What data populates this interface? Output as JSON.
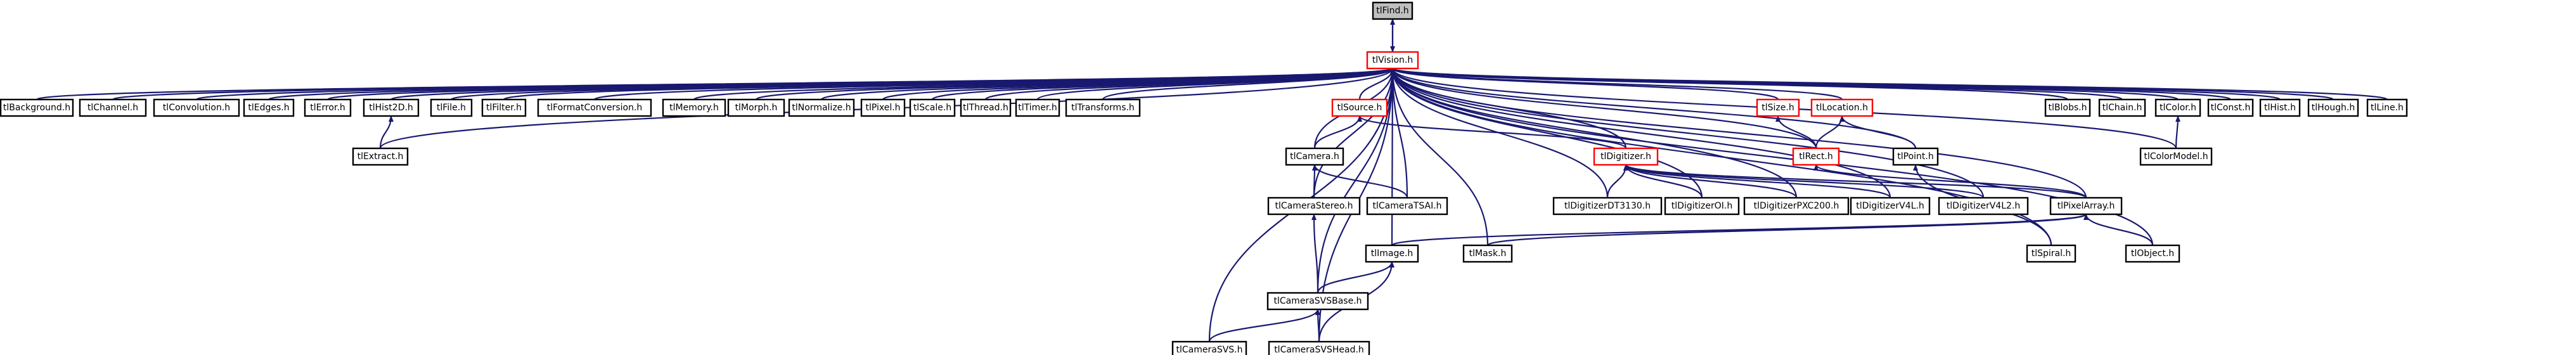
{
  "colors": {
    "edge": "#191970",
    "border_normal": "#000000",
    "border_incomplete": "#ff0000",
    "root_fill": "#bfbfbf",
    "node_fill": "#ffffff"
  },
  "nodes": [
    {
      "id": "tlFind",
      "label": "tlFind.h",
      "root": true
    },
    {
      "id": "tlVision",
      "label": "tlVision.h",
      "incomplete": true
    },
    {
      "id": "tlBackground",
      "label": "tlBackground.h"
    },
    {
      "id": "tlChannel",
      "label": "tlChannel.h"
    },
    {
      "id": "tlConvolution",
      "label": "tlConvolution.h"
    },
    {
      "id": "tlEdges",
      "label": "tlEdges.h"
    },
    {
      "id": "tlError",
      "label": "tlError.h"
    },
    {
      "id": "tlHist2D",
      "label": "tlHist2D.h"
    },
    {
      "id": "tlFile",
      "label": "tlFile.h"
    },
    {
      "id": "tlFilter",
      "label": "tlFilter.h"
    },
    {
      "id": "tlFormatConversion",
      "label": "tlFormatConversion.h"
    },
    {
      "id": "tlMemory",
      "label": "tlMemory.h"
    },
    {
      "id": "tlMorph",
      "label": "tlMorph.h"
    },
    {
      "id": "tlNormalize",
      "label": "tlNormalize.h"
    },
    {
      "id": "tlPixel",
      "label": "tlPixel.h"
    },
    {
      "id": "tlScale",
      "label": "tlScale.h"
    },
    {
      "id": "tlThread",
      "label": "tlThread.h"
    },
    {
      "id": "tlTimer",
      "label": "tlTimer.h"
    },
    {
      "id": "tlTransforms",
      "label": "tlTransforms.h"
    },
    {
      "id": "tlSource",
      "label": "tlSource.h",
      "incomplete": true
    },
    {
      "id": "tlSize",
      "label": "tlSize.h",
      "incomplete": true
    },
    {
      "id": "tlLocation",
      "label": "tlLocation.h",
      "incomplete": true
    },
    {
      "id": "tlBlobs",
      "label": "tlBlobs.h"
    },
    {
      "id": "tlChain",
      "label": "tlChain.h"
    },
    {
      "id": "tlColor",
      "label": "tlColor.h"
    },
    {
      "id": "tlConst",
      "label": "tlConst.h"
    },
    {
      "id": "tlHist",
      "label": "tlHist.h"
    },
    {
      "id": "tlHough",
      "label": "tlHough.h"
    },
    {
      "id": "tlLine",
      "label": "tlLine.h"
    },
    {
      "id": "tlExtract",
      "label": "tlExtract.h"
    },
    {
      "id": "tlCamera",
      "label": "tlCamera.h"
    },
    {
      "id": "tlDigitizer",
      "label": "tlDigitizer.h",
      "incomplete": true
    },
    {
      "id": "tlRect",
      "label": "tlRect.h",
      "incomplete": true
    },
    {
      "id": "tlPoint",
      "label": "tlPoint.h"
    },
    {
      "id": "tlColorModel",
      "label": "tlColorModel.h"
    },
    {
      "id": "tlCameraStereo",
      "label": "tlCameraStereo.h"
    },
    {
      "id": "tlCameraTSAI",
      "label": "tlCameraTSAI.h"
    },
    {
      "id": "tlDigitizerDT3130",
      "label": "tlDigitizerDT3130.h"
    },
    {
      "id": "tlDigitizerOI",
      "label": "tlDigitizerOI.h"
    },
    {
      "id": "tlDigitizerPXC200",
      "label": "tlDigitizerPXC200.h"
    },
    {
      "id": "tlDigitizerV4L",
      "label": "tlDigitizerV4L.h"
    },
    {
      "id": "tlDigitizerV4L2",
      "label": "tlDigitizerV4L2.h"
    },
    {
      "id": "tlPixelArray",
      "label": "tlPixelArray.h"
    },
    {
      "id": "tlSpiral",
      "label": "tlSpiral.h"
    },
    {
      "id": "tlImage",
      "label": "tlImage.h"
    },
    {
      "id": "tlMask",
      "label": "tlMask.h"
    },
    {
      "id": "tlObject",
      "label": "tlObject.h"
    },
    {
      "id": "tlCameraSVSBase",
      "label": "tlCameraSVSBase.h"
    },
    {
      "id": "tlCameraSVS",
      "label": "tlCameraSVS.h"
    },
    {
      "id": "tlCameraSVSHead",
      "label": "tlCameraSVSHead.h"
    }
  ],
  "edges": [
    [
      "tlVision",
      "tlFind"
    ],
    [
      "tlFind",
      "tlVision"
    ],
    [
      "tlBackground",
      "tlVision"
    ],
    [
      "tlChannel",
      "tlVision"
    ],
    [
      "tlConvolution",
      "tlVision"
    ],
    [
      "tlEdges",
      "tlVision"
    ],
    [
      "tlError",
      "tlVision"
    ],
    [
      "tlHist2D",
      "tlVision"
    ],
    [
      "tlFile",
      "tlVision"
    ],
    [
      "tlFilter",
      "tlVision"
    ],
    [
      "tlFormatConversion",
      "tlVision"
    ],
    [
      "tlMemory",
      "tlVision"
    ],
    [
      "tlMorph",
      "tlVision"
    ],
    [
      "tlNormalize",
      "tlVision"
    ],
    [
      "tlPixel",
      "tlVision"
    ],
    [
      "tlScale",
      "tlVision"
    ],
    [
      "tlThread",
      "tlVision"
    ],
    [
      "tlTimer",
      "tlVision"
    ],
    [
      "tlTransforms",
      "tlVision"
    ],
    [
      "tlSource",
      "tlVision"
    ],
    [
      "tlSize",
      "tlVision"
    ],
    [
      "tlLocation",
      "tlVision"
    ],
    [
      "tlBlobs",
      "tlVision"
    ],
    [
      "tlChain",
      "tlVision"
    ],
    [
      "tlColor",
      "tlVision"
    ],
    [
      "tlConst",
      "tlVision"
    ],
    [
      "tlHist",
      "tlVision"
    ],
    [
      "tlHough",
      "tlVision"
    ],
    [
      "tlLine",
      "tlVision"
    ],
    [
      "tlExtract",
      "tlVision"
    ],
    [
      "tlExtract",
      "tlHist2D"
    ],
    [
      "tlCamera",
      "tlVision"
    ],
    [
      "tlCamera",
      "tlSource"
    ],
    [
      "tlDigitizer",
      "tlVision"
    ],
    [
      "tlDigitizer",
      "tlSource"
    ],
    [
      "tlRect",
      "tlVision"
    ],
    [
      "tlRect",
      "tlSize"
    ],
    [
      "tlRect",
      "tlLocation"
    ],
    [
      "tlPoint",
      "tlVision"
    ],
    [
      "tlPoint",
      "tlLocation"
    ],
    [
      "tlColorModel",
      "tlVision"
    ],
    [
      "tlColorModel",
      "tlColor"
    ],
    [
      "tlCameraStereo",
      "tlVision"
    ],
    [
      "tlCameraStereo",
      "tlCamera"
    ],
    [
      "tlCameraTSAI",
      "tlVision"
    ],
    [
      "tlCameraTSAI",
      "tlCamera"
    ],
    [
      "tlDigitizerDT3130",
      "tlVision"
    ],
    [
      "tlDigitizerDT3130",
      "tlDigitizer"
    ],
    [
      "tlDigitizerOI",
      "tlVision"
    ],
    [
      "tlDigitizerOI",
      "tlDigitizer"
    ],
    [
      "tlDigitizerPXC200",
      "tlVision"
    ],
    [
      "tlDigitizerPXC200",
      "tlDigitizer"
    ],
    [
      "tlDigitizerV4L",
      "tlVision"
    ],
    [
      "tlDigitizerV4L",
      "tlDigitizer"
    ],
    [
      "tlDigitizerV4L2",
      "tlVision"
    ],
    [
      "tlDigitizerV4L2",
      "tlDigitizer"
    ],
    [
      "tlPixelArray",
      "tlVision"
    ],
    [
      "tlPixelArray",
      "tlDigitizer"
    ],
    [
      "tlPixelArray",
      "tlRect"
    ],
    [
      "tlSpiral",
      "tlVision"
    ],
    [
      "tlSpiral",
      "tlPoint"
    ],
    [
      "tlImage",
      "tlVision"
    ],
    [
      "tlImage",
      "tlPixelArray"
    ],
    [
      "tlMask",
      "tlVision"
    ],
    [
      "tlMask",
      "tlPixelArray"
    ],
    [
      "tlObject",
      "tlVision"
    ],
    [
      "tlObject",
      "tlPixelArray"
    ],
    [
      "tlCameraSVSBase",
      "tlVision"
    ],
    [
      "tlCameraSVSBase",
      "tlCameraStereo"
    ],
    [
      "tlCameraSVSBase",
      "tlImage"
    ],
    [
      "tlCameraSVS",
      "tlVision"
    ],
    [
      "tlCameraSVS",
      "tlCameraSVSBase"
    ],
    [
      "tlCameraSVSHead",
      "tlVision"
    ],
    [
      "tlCameraSVSHead",
      "tlCameraSVSBase"
    ],
    [
      "tlCameraSVSHead",
      "tlImage"
    ]
  ]
}
